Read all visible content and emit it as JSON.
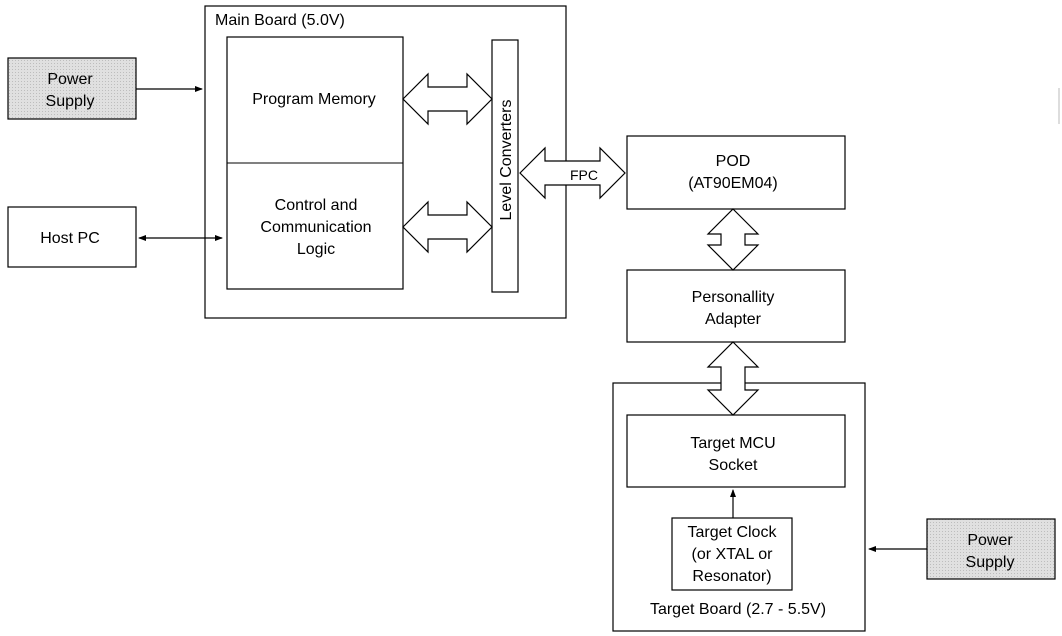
{
  "main_board": {
    "title": "Main Board (5.0V)",
    "program_memory": "Program Memory",
    "control_logic": [
      "Control and",
      "Communication",
      "Logic"
    ],
    "level_converters": "Level Converters"
  },
  "power_supply_left": [
    "Power",
    "Supply"
  ],
  "host_pc": "Host PC",
  "fpc_label": "FPC",
  "pod": [
    "POD",
    "(AT90EM04)"
  ],
  "personality_adapter": [
    "Personallity",
    "Adapter"
  ],
  "target_board": {
    "title": "Target Board (2.7 - 5.5V)",
    "mcu_socket": [
      "Target MCU",
      "Socket"
    ],
    "clock": [
      "Target Clock",
      "(or XTAL or",
      "Resonator)"
    ]
  },
  "power_supply_right": [
    "Power",
    "Supply"
  ],
  "colors": {
    "supply_fill": "#d9d9d9",
    "stroke": "#000000"
  }
}
